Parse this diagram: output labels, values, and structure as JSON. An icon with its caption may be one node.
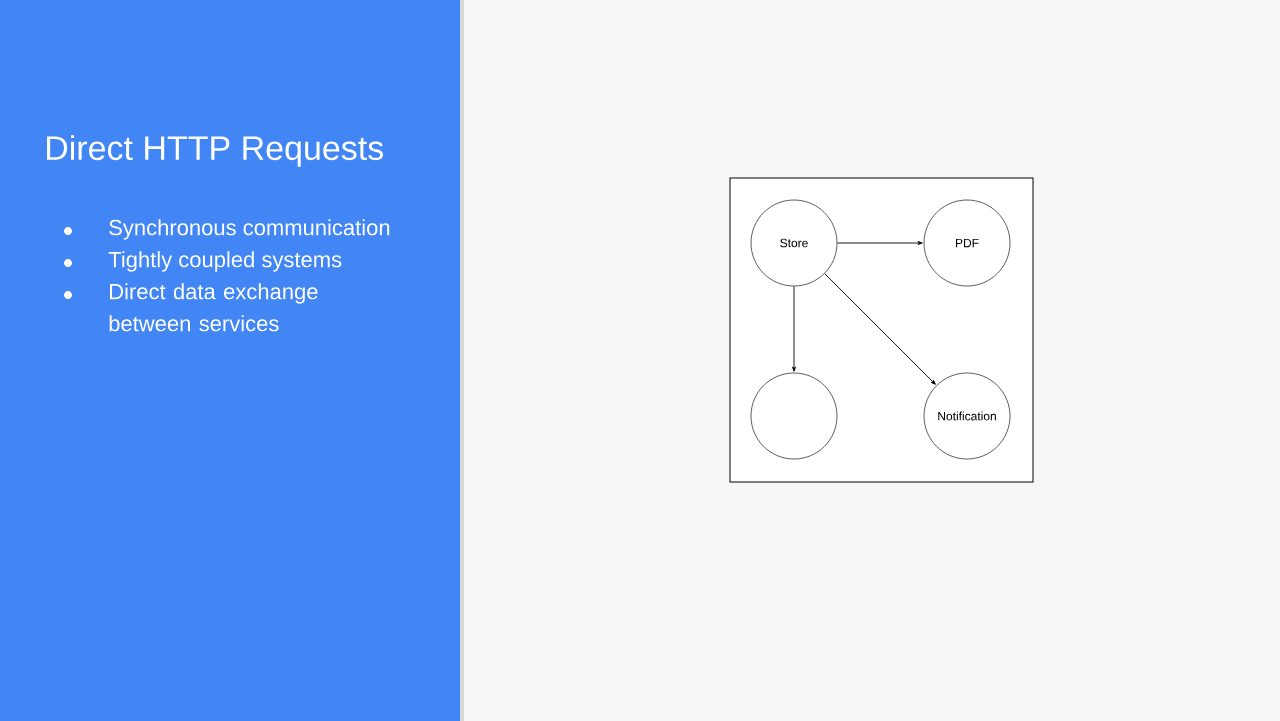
{
  "diagram": {
    "title": "Direct HTTP Requests",
    "nodes": [
      {
        "text": [],
        "shape": "box"
      },
      {
        "text": [
          "Store"
        ],
        "in": 0
      },
      {
        "text": [
          "PDF"
        ],
        "in": 0
      },
      {
        "text": [],
        "shape": "circle",
        "in": 0
      },
      {
        "text": [
          "Notification"
        ],
        "in": 0
      }
    ],
    "edges": [
      {
        "from": 1,
        "to": 2,
        "arrow": "to"
      },
      {
        "from": 1,
        "to": 3,
        "arrow": "to"
      },
      {
        "from": 1,
        "to": 4,
        "arrow": "to"
      }
    ],
    "labels": [
      "Synchronous communication",
      "Tightly coupled systems",
      "Direct data exchange between services"
    ]
  }
}
